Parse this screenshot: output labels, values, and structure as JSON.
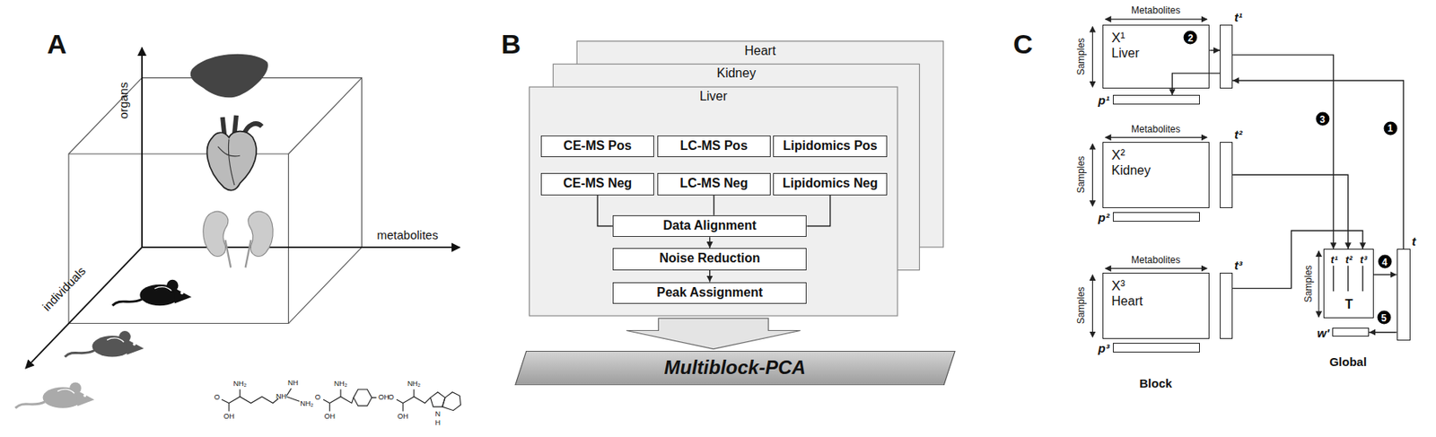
{
  "diagram": {
    "nodes": [
      {
        "text": [
          "Heart"
        ]
      },
      {
        "text": [
          "Kidney"
        ]
      },
      {
        "text": [
          "Liver"
        ]
      },
      {
        "text": [
          "CE-MS Pos"
        ],
        "in": 2
      },
      {
        "text": [
          "LC-MS Pos"
        ],
        "in": 2
      },
      {
        "text": [
          "Lipidomics Pos"
        ],
        "in": 2
      },
      {
        "text": [
          "CE-MS Neg"
        ],
        "in": 2
      },
      {
        "text": [
          "LC-MS Neg"
        ],
        "in": 2
      },
      {
        "text": [
          "Lipidomics Neg"
        ],
        "in": 2
      },
      {
        "text": [
          "Data Alignment"
        ],
        "in": 2
      },
      {
        "text": [
          "Noise Reduction"
        ],
        "in": 2
      },
      {
        "text": [
          "Peak Assignment"
        ],
        "in": 2
      },
      {
        "text": [
          "Multiblock-PCA"
        ]
      },
      {
        "text": [
          "X¹",
          "Liver"
        ]
      },
      {
        "text": [
          "t¹"
        ]
      },
      {
        "text": [
          "p¹"
        ]
      },
      {
        "text": [
          "X²",
          "Kidney"
        ]
      },
      {
        "text": [
          "t²"
        ]
      },
      {
        "text": [
          "p²"
        ]
      },
      {
        "text": [
          "X³",
          "Heart"
        ]
      },
      {
        "text": [
          "t³"
        ]
      },
      {
        "text": [
          "p³"
        ]
      },
      {
        "text": [
          "t¹",
          "t²",
          "t³",
          "T"
        ]
      },
      {
        "text": [
          "t"
        ]
      },
      {
        "text": [
          "w'"
        ]
      }
    ],
    "edges": [
      {
        "from": 6,
        "to": 9,
        "arrow": "none"
      },
      {
        "from": 7,
        "to": 9,
        "arrow": "none"
      },
      {
        "from": 8,
        "to": 9,
        "arrow": "none"
      },
      {
        "from": 9,
        "to": 10,
        "arrow": "to"
      },
      {
        "from": 10,
        "to": 11,
        "arrow": "to"
      },
      {
        "from": 2,
        "to": 12,
        "arrow": "to"
      },
      {
        "from": 23,
        "to": 14,
        "arrow": "to"
      },
      {
        "from": 13,
        "to": 14,
        "arrow": "to"
      },
      {
        "from": 14,
        "to": 15,
        "arrow": "to"
      },
      {
        "from": 14,
        "to": 22,
        "arrow": "to"
      },
      {
        "from": 17,
        "to": 22,
        "arrow": "to"
      },
      {
        "from": 20,
        "to": 22,
        "arrow": "to"
      },
      {
        "from": 22,
        "to": 23,
        "arrow": "to"
      },
      {
        "from": 23,
        "to": 24,
        "arrow": "to"
      }
    ],
    "labels": [
      "A",
      "B",
      "C",
      "organs",
      "metabolites",
      "individuals",
      "Metabolites",
      "Samples",
      "Metabolites",
      "Samples",
      "Metabolites",
      "Samples",
      "Samples",
      "Block",
      "Global",
      "1",
      "2",
      "3",
      "4",
      "5",
      "O",
      "OH",
      "NH₂",
      "NH",
      "NH",
      "NH₂",
      "O",
      "OH",
      "NH₂",
      "OH",
      "O",
      "OH",
      "NH₂",
      "N",
      "H"
    ]
  }
}
